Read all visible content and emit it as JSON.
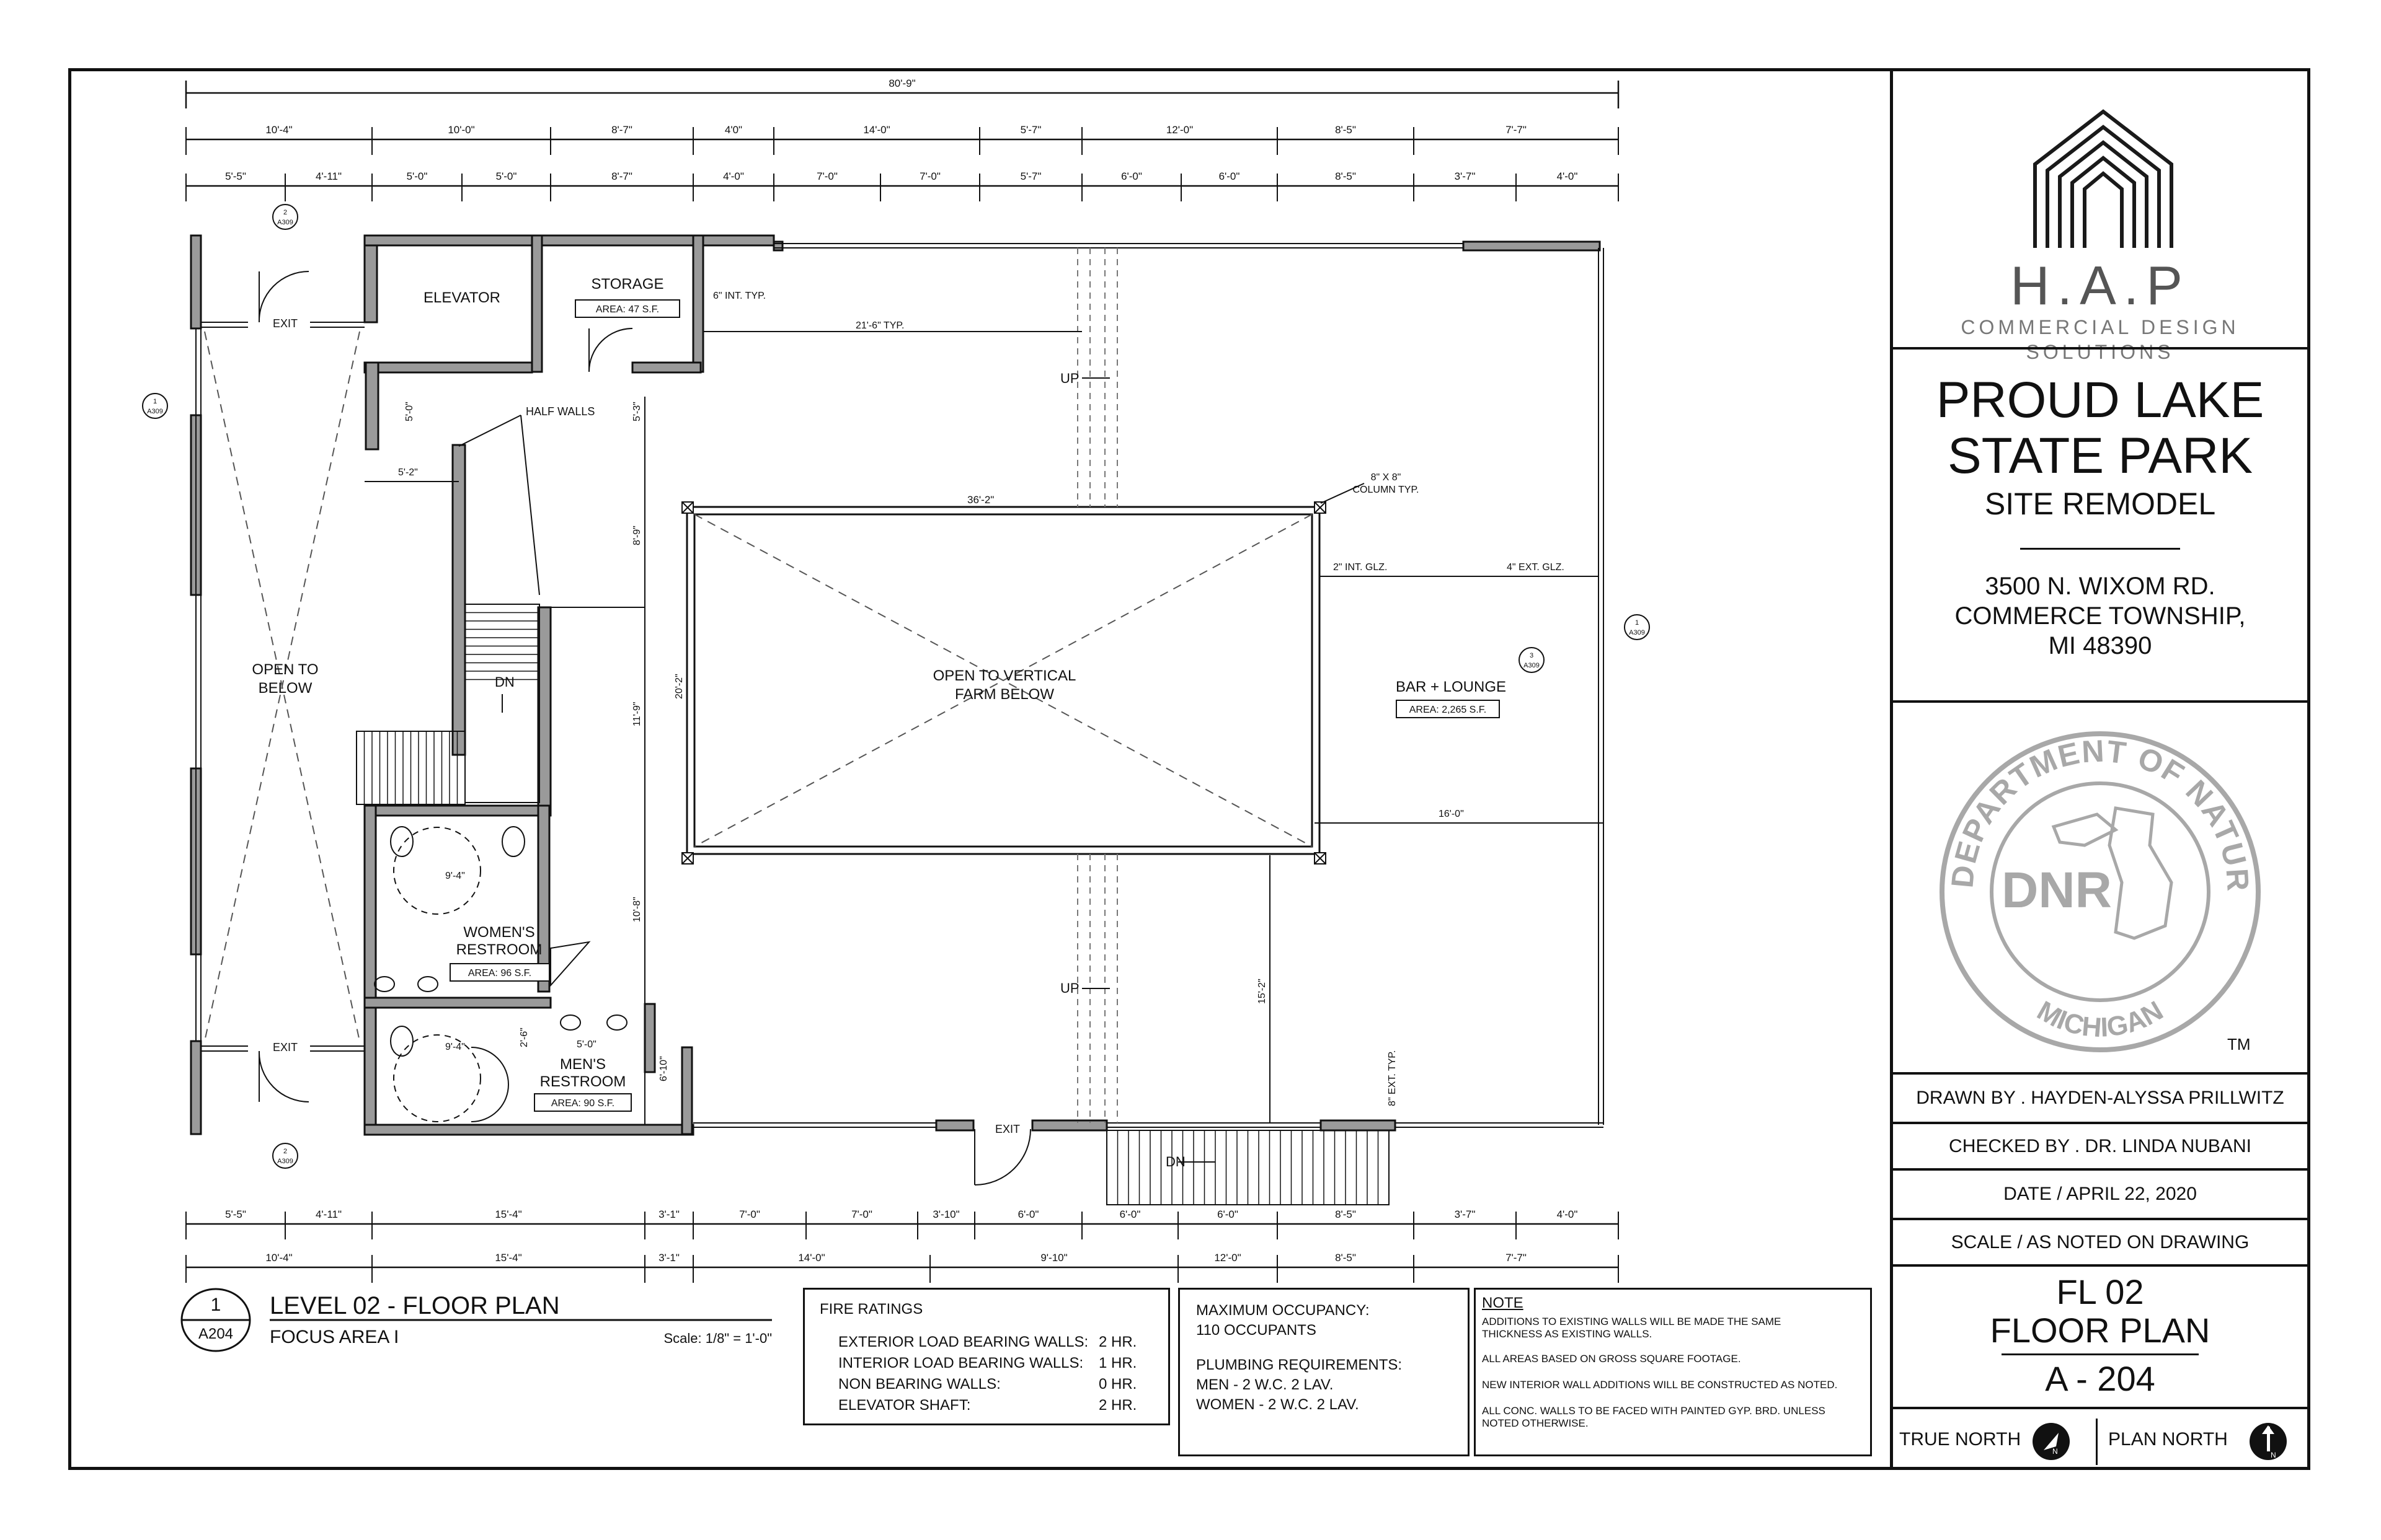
{
  "plan": {
    "overall_dim": "80'-9\"",
    "top_dims_outer": [
      "10'-4\"",
      "10'-0\"",
      "8'-7\"",
      "4'0\"",
      "14'-0\"",
      "5'-7\"",
      "12'-0\"",
      "8'-5\"",
      "7'-7\""
    ],
    "top_dims_inner": [
      "5'-5\"",
      "4'-11\"",
      "5'-0\"",
      "5'-0\"",
      "8'-7\"",
      "4'-0\"",
      "7'-0\"",
      "7'-0\"",
      "5'-7\"",
      "6'-0\"",
      "6'-0\"",
      "8'-5\"",
      "3'-7\"",
      "4'-0\""
    ],
    "bottom_dims_inner": [
      "5'-5\"",
      "4'-11\"",
      "15'-4\"",
      "3'-1\"",
      "7'-0\"",
      "7'-0\"",
      "3'-10\"",
      "6'-0\"",
      "6'-0\"",
      "6'-0\"",
      "8'-5\"",
      "3'-7\"",
      "4'-0\""
    ],
    "bottom_dims_outer": [
      "10'-4\"",
      "15'-4\"",
      "3'-1\"",
      "14'-0\"",
      "9'-10\"",
      "12'-0\"",
      "8'-5\"",
      "7'-7\""
    ],
    "rooms": {
      "elevator": "ELEVATOR",
      "storage": "STORAGE",
      "storage_area": "AREA: 47 S.F.",
      "open_below_1": "OPEN TO",
      "open_below_2": "BELOW",
      "vertical_farm_1": "OPEN TO VERTICAL",
      "vertical_farm_2": "FARM BELOW",
      "bar": "BAR + LOUNGE",
      "bar_area": "AREA: 2,265 S.F.",
      "womens_1": "WOMEN'S",
      "womens_2": "RESTROOM",
      "womens_area": "AREA: 96 S.F.",
      "mens_1": "MEN'S",
      "mens_2": "RESTROOM",
      "mens_area": "AREA: 90 S.F."
    },
    "labels": {
      "exit": "EXIT",
      "up": "UP",
      "dn": "DN",
      "half_walls": "HALF WALLS",
      "int_typ": "6\" INT. TYP.",
      "dim_21_6": "21'-6\" TYP.",
      "dim_5_3": "5'-3\"",
      "dim_5_0": "5'-0\"",
      "dim_5_2": "5'-2\"",
      "dim_8_9": "8'-9\"",
      "dim_36_2": "36'-2\"",
      "column_1": "8\" X 8\"",
      "column_2": "COLUMN TYP.",
      "int_glz": "2\" INT. GLZ.",
      "ext_glz": "4\" EXT. GLZ.",
      "dim_20_2": "20'-2\"",
      "dim_11_9": "11'-9\"",
      "dim_16_0": "16'-0\"",
      "dim_10_8": "10'-8\"",
      "dim_9_4": "9'-4\"",
      "dim_15_2": "15'-2\"",
      "ext_typ": "8\" EXT. TYP.",
      "dim_2_6": "2'-6\"",
      "dim_5_0b": "5'-0\"",
      "dim_6_10": "6'-10\""
    },
    "section_markers": [
      {
        "num": "2",
        "sheet": "A309"
      },
      {
        "num": "1",
        "sheet": "A309"
      },
      {
        "num": "3",
        "sheet": "A309"
      }
    ]
  },
  "caption": {
    "number": "1",
    "sheet": "A204",
    "title": "LEVEL 02 - FLOOR PLAN",
    "subtitle": "FOCUS AREA I",
    "scale": "Scale: 1/8\" = 1'-0\""
  },
  "fire_ratings": {
    "title": "FIRE RATINGS",
    "rows": [
      {
        "label": "EXTERIOR LOAD BEARING WALLS:",
        "value": "2 HR."
      },
      {
        "label": "INTERIOR LOAD BEARING WALLS:",
        "value": "1 HR."
      },
      {
        "label": "NON BEARING WALLS:",
        "value": "0 HR."
      },
      {
        "label": "ELEVATOR SHAFT:",
        "value": "2 HR."
      }
    ]
  },
  "occupancy": {
    "title": "MAXIMUM OCCUPANCY:",
    "value": "110 OCCUPANTS",
    "plumbing_title": "PLUMBING REQUIREMENTS:",
    "men": "MEN - 2 W.C.  2 LAV.",
    "women": "WOMEN - 2 W.C.  2 LAV."
  },
  "notes": {
    "title": "NOTE",
    "items": [
      "ADDITIONS TO EXISTING WALLS WILL BE MADE THE SAME THICKNESS AS EXISTING WALLS.",
      "ALL AREAS BASED ON GROSS SQUARE FOOTAGE.",
      "NEW INTERIOR WALL ADDITIONS WILL BE CONSTRUCTED AS NOTED.",
      "ALL CONC. WALLS TO BE FACED WITH PAINTED GYP. BRD. UNLESS NOTED OTHERWISE."
    ]
  },
  "title_block": {
    "logo_name": "H.A.P",
    "logo_tag1": "COMMERCIAL DESIGN",
    "logo_tag2": "SOLUTIONS",
    "project_1": "PROUD LAKE",
    "project_2": "STATE PARK",
    "project_3": "SITE REMODEL",
    "address_1": "3500 N. WIXOM RD.",
    "address_2": "COMMERCE TOWNSHIP,",
    "address_3": "MI 48390",
    "seal_text": "DEPARTMENT OF NATURAL RESOURCES",
    "seal_state": "MICHIGAN",
    "seal_center": "DNR",
    "seal_tm": "TM",
    "drawn_by": "DRAWN BY .  HAYDEN-ALYSSA PRILLWITZ",
    "checked_by": "CHECKED BY .  DR. LINDA NUBANI",
    "date": "DATE / APRIL 22, 2020",
    "scale": "SCALE / AS NOTED ON DRAWING",
    "sheet_1": "FL 02",
    "sheet_2": "FLOOR PLAN",
    "sheet_num": "A - 204",
    "true_north": "TRUE NORTH",
    "plan_north": "PLAN NORTH",
    "north_letter": "N"
  },
  "colors": {
    "ink": "#111111",
    "seal": "#a8a8a8",
    "logo": "#1a1a1a"
  }
}
